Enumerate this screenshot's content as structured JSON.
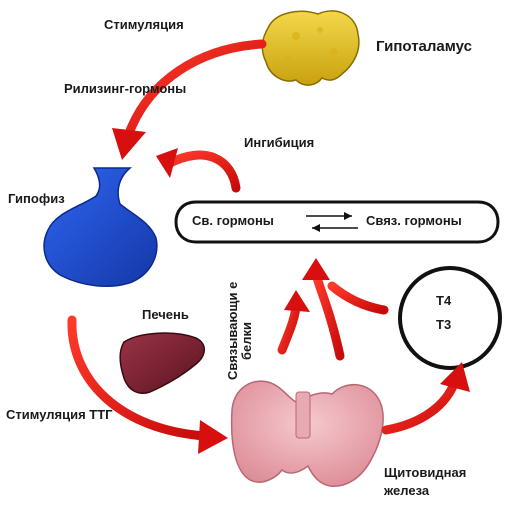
{
  "labels": {
    "stimulation": "Стимуляция",
    "hypothalamus": "Гипоталамус",
    "releasing_hormones": "Рилизинг-гормоны",
    "inhibition": "Ингибиция",
    "pituitary": "Гипофиз",
    "free_hormones": "Св. гормоны",
    "bound_hormones": "Связ. гормоны",
    "binding_proteins_line1": "Связывающи е",
    "binding_proteins_line2": "белки",
    "liver": "Печень",
    "tsh_stimulation": "Стимуляция ТТГ",
    "t4": "Т4",
    "t3": "Т3",
    "thyroid_line1": "Щитовидная",
    "thyroid_line2": "железа"
  },
  "colors": {
    "arrow": "#e01212",
    "hypothalamus": "#e8c21a",
    "pituitary": "#1f4fd6",
    "liver": "#7a2030",
    "thyroid": "#e9a4ad",
    "outline": "#111111"
  },
  "icons": [
    "hypothalamus-organ-icon",
    "pituitary-gland-icon",
    "liver-organ-icon",
    "thyroid-gland-icon"
  ]
}
